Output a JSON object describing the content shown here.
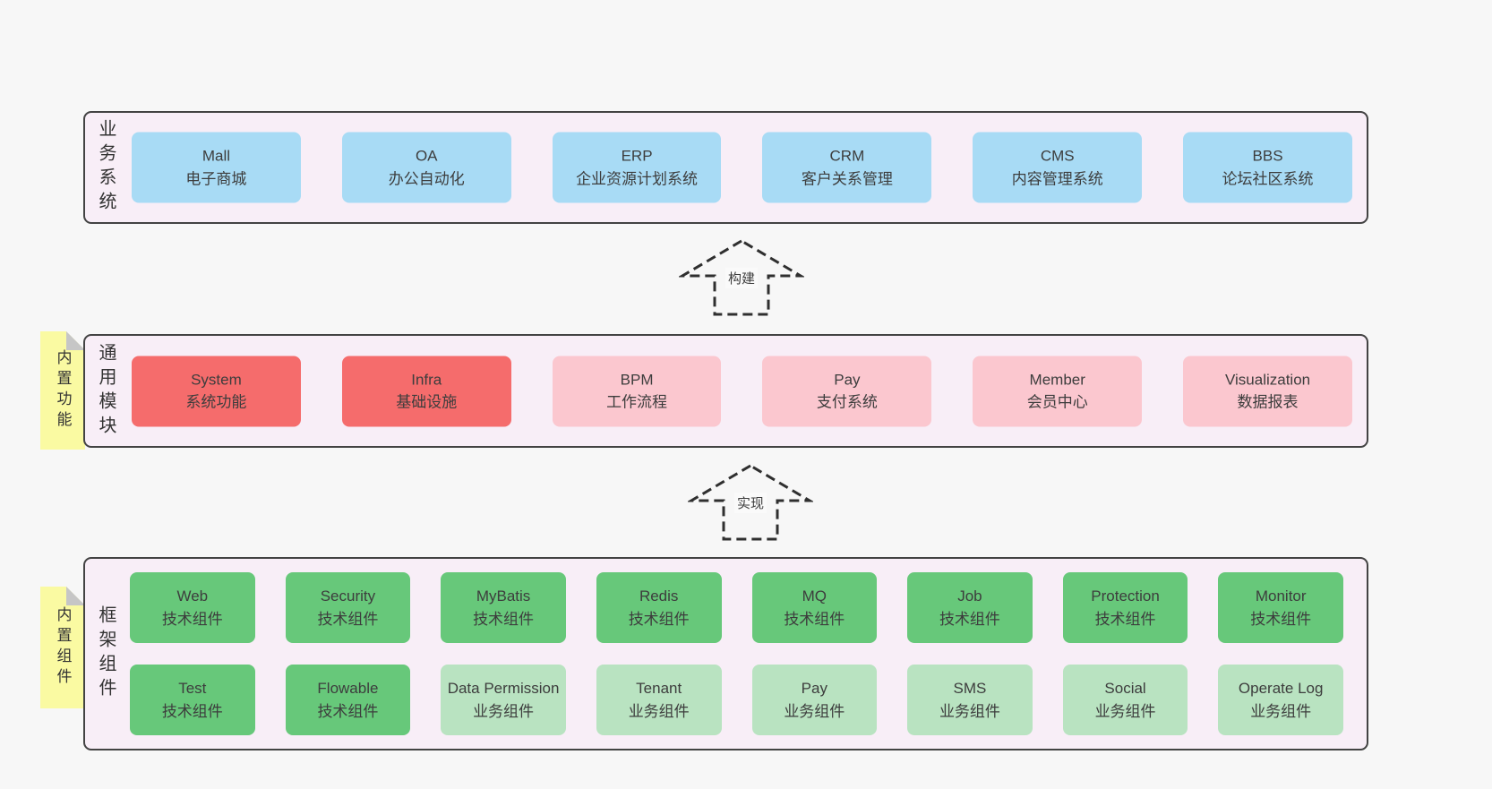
{
  "colors": {
    "page_bg": "#f7f7f7",
    "layer_bg": "#f8eef7",
    "layer_border": "#434343",
    "box_blue": "#a8dbf5",
    "box_red": "#f56c6c",
    "box_pink": "#fbc7cf",
    "box_green": "#67c87a",
    "box_light_green": "#b9e3c1",
    "sticky_yellow": "#fafaa2",
    "sticky_fold": "#c6c6c6",
    "text": "#3d3d3d"
  },
  "arrows": [
    {
      "label": "构建"
    },
    {
      "label": "实现"
    }
  ],
  "layers": [
    {
      "title": "业务系统",
      "boxes": [
        {
          "en": "Mall",
          "zh": "电子商城"
        },
        {
          "en": "OA",
          "zh": "办公自动化"
        },
        {
          "en": "ERP",
          "zh": "企业资源计划系统"
        },
        {
          "en": "CRM",
          "zh": "客户关系管理"
        },
        {
          "en": "CMS",
          "zh": "内容管理系统"
        },
        {
          "en": "BBS",
          "zh": "论坛社区系统"
        }
      ]
    },
    {
      "sticky": "内置功能",
      "title": "通用模块",
      "boxes": [
        {
          "en": "System",
          "zh": "系统功能"
        },
        {
          "en": "Infra",
          "zh": "基础设施"
        },
        {
          "en": "BPM",
          "zh": "工作流程"
        },
        {
          "en": "Pay",
          "zh": "支付系统"
        },
        {
          "en": "Member",
          "zh": "会员中心"
        },
        {
          "en": "Visualization",
          "zh": "数据报表"
        }
      ]
    },
    {
      "sticky": "内置组件",
      "title": "框架组件",
      "rows": [
        [
          {
            "en": "Web",
            "zh": "技术组件"
          },
          {
            "en": "Security",
            "zh": "技术组件"
          },
          {
            "en": "MyBatis",
            "zh": "技术组件"
          },
          {
            "en": "Redis",
            "zh": "技术组件"
          },
          {
            "en": "MQ",
            "zh": "技术组件"
          },
          {
            "en": "Job",
            "zh": "技术组件"
          },
          {
            "en": "Protection",
            "zh": "技术组件"
          },
          {
            "en": "Monitor",
            "zh": "技术组件"
          }
        ],
        [
          {
            "en": "Test",
            "zh": "技术组件"
          },
          {
            "en": "Flowable",
            "zh": "技术组件"
          },
          {
            "en": "Data Permission",
            "zh": "业务组件"
          },
          {
            "en": "Tenant",
            "zh": "业务组件"
          },
          {
            "en": "Pay",
            "zh": "业务组件"
          },
          {
            "en": "SMS",
            "zh": "业务组件"
          },
          {
            "en": "Social",
            "zh": "业务组件"
          },
          {
            "en": "Operate Log",
            "zh": "业务组件"
          }
        ]
      ]
    }
  ]
}
